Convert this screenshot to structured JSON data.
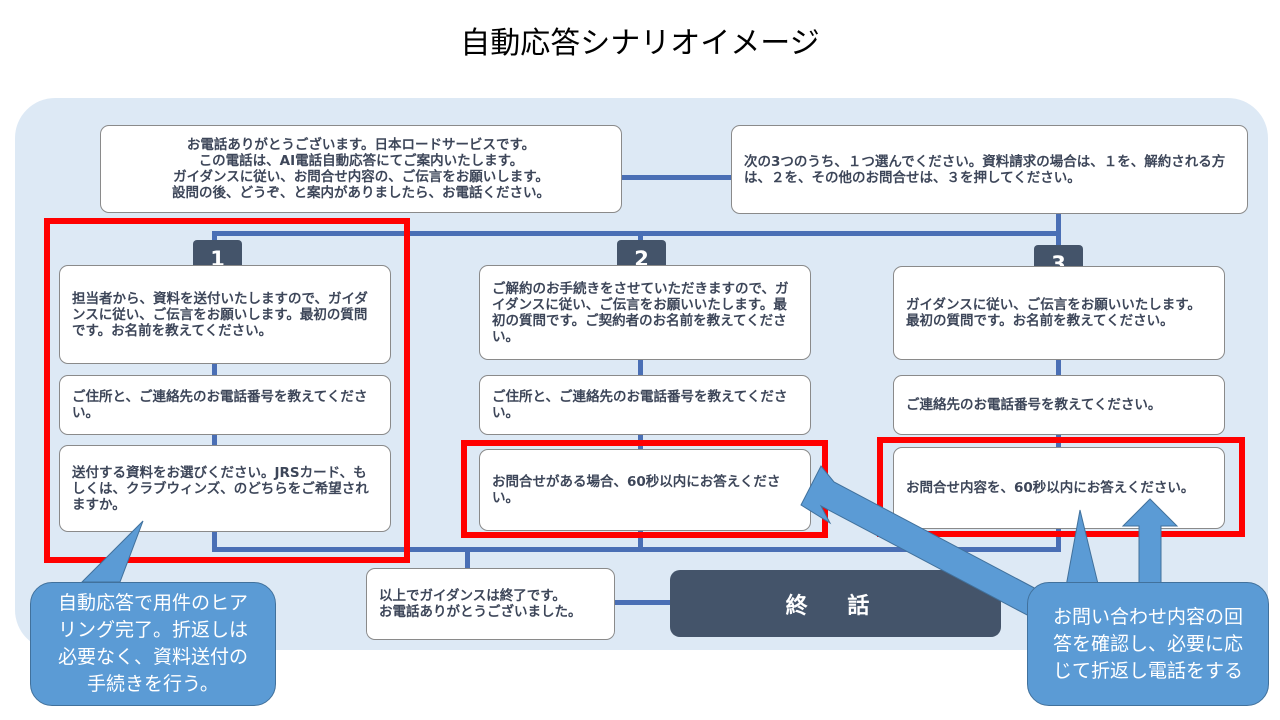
{
  "title": "自動応答シナリオイメージ",
  "intro": "お電話ありがとうございます。日本ロードサービスです。\nこの電話は、AI電話自動応答にてご案内いたします。\nガイダンスに従い、お問合せ内容の、ご伝言をお願いします。\n設問の後、どうぞ、と案内がありましたら、お電話ください。",
  "choice": "次の3つのうち、１つ選んでください。資料請求の場合は、１を、解約される方は、２を、その他のお問合せは、３を押してください。",
  "branches": [
    {
      "badge": "1",
      "steps": [
        "担当者から、資料を送付いたしますので、ガイダンスに従い、ご伝言をお願いします。最初の質問です。お名前を教えてください。",
        "ご住所と、ご連絡先のお電話番号を教えてください。",
        "送付する資料をお選びください。JRSカード、もしくは、クラブウィンズ、のどちらをご希望されますか。"
      ]
    },
    {
      "badge": "2",
      "steps": [
        "ご解約のお手続きをさせていただきますので、ガイダンスに従い、ご伝言をお願いいたします。最初の質問です。ご契約者のお名前を教えてください。",
        "ご住所と、ご連絡先のお電話番号を教えてください。",
        "お問合せがある場合、60秒以内にお答えください。"
      ]
    },
    {
      "badge": "3",
      "steps": [
        "ガイダンスに従い、ご伝言をお願いいたします。最初の質問です。お名前を教えてください。",
        "ご連絡先のお電話番号を教えてください。",
        "お問合せ内容を、60秒以内にお答えください。"
      ]
    }
  ],
  "closing": "以上でガイダンスは終了です。\nお電話ありがとうございました。",
  "end_label": "終 話",
  "callout_left": "自動応答で用件のヒア\nリング完了。折返しは\n必要なく、資料送付の\n手続きを行う。",
  "callout_right": "お問い合わせ内容の回\n答を確認し、必要に応\nじて折返し電話をする",
  "colors": {
    "line": "#4a6fb5",
    "badge": "#44546a",
    "highlight": "#ff0000",
    "callout": "#5b9bd5",
    "panel": "#dde9f5"
  }
}
